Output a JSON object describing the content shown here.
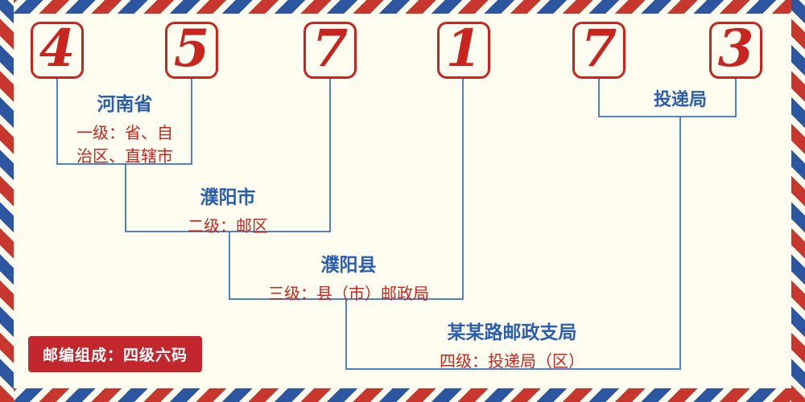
{
  "postal_code": {
    "digits": [
      "4",
      "5",
      "7",
      "1",
      "7",
      "3"
    ]
  },
  "levels": {
    "province": {
      "name": "河南省",
      "desc": "一级：省、自治区、直辖市"
    },
    "postal_zone": {
      "name": "濮阳市",
      "desc": "二级：邮区"
    },
    "county": {
      "name": "濮阳县",
      "desc": "三级：县（市）邮政局"
    },
    "delivery_office": {
      "name": "某某路邮政支局",
      "desc": "四级：投递局（区）"
    },
    "delivery_label": "投递局"
  },
  "footer": {
    "composition": "邮编组成：四级六码"
  },
  "colors": {
    "bg": "#fffdf0",
    "digit_red": "#c82420",
    "label_blue": "#2b5fae",
    "desc_red": "#c8241e",
    "line_blue": "#4f82c6",
    "stripe_red": "#c8372d",
    "stripe_blue": "#2c56a0",
    "footer_bg": "#c2272d"
  }
}
